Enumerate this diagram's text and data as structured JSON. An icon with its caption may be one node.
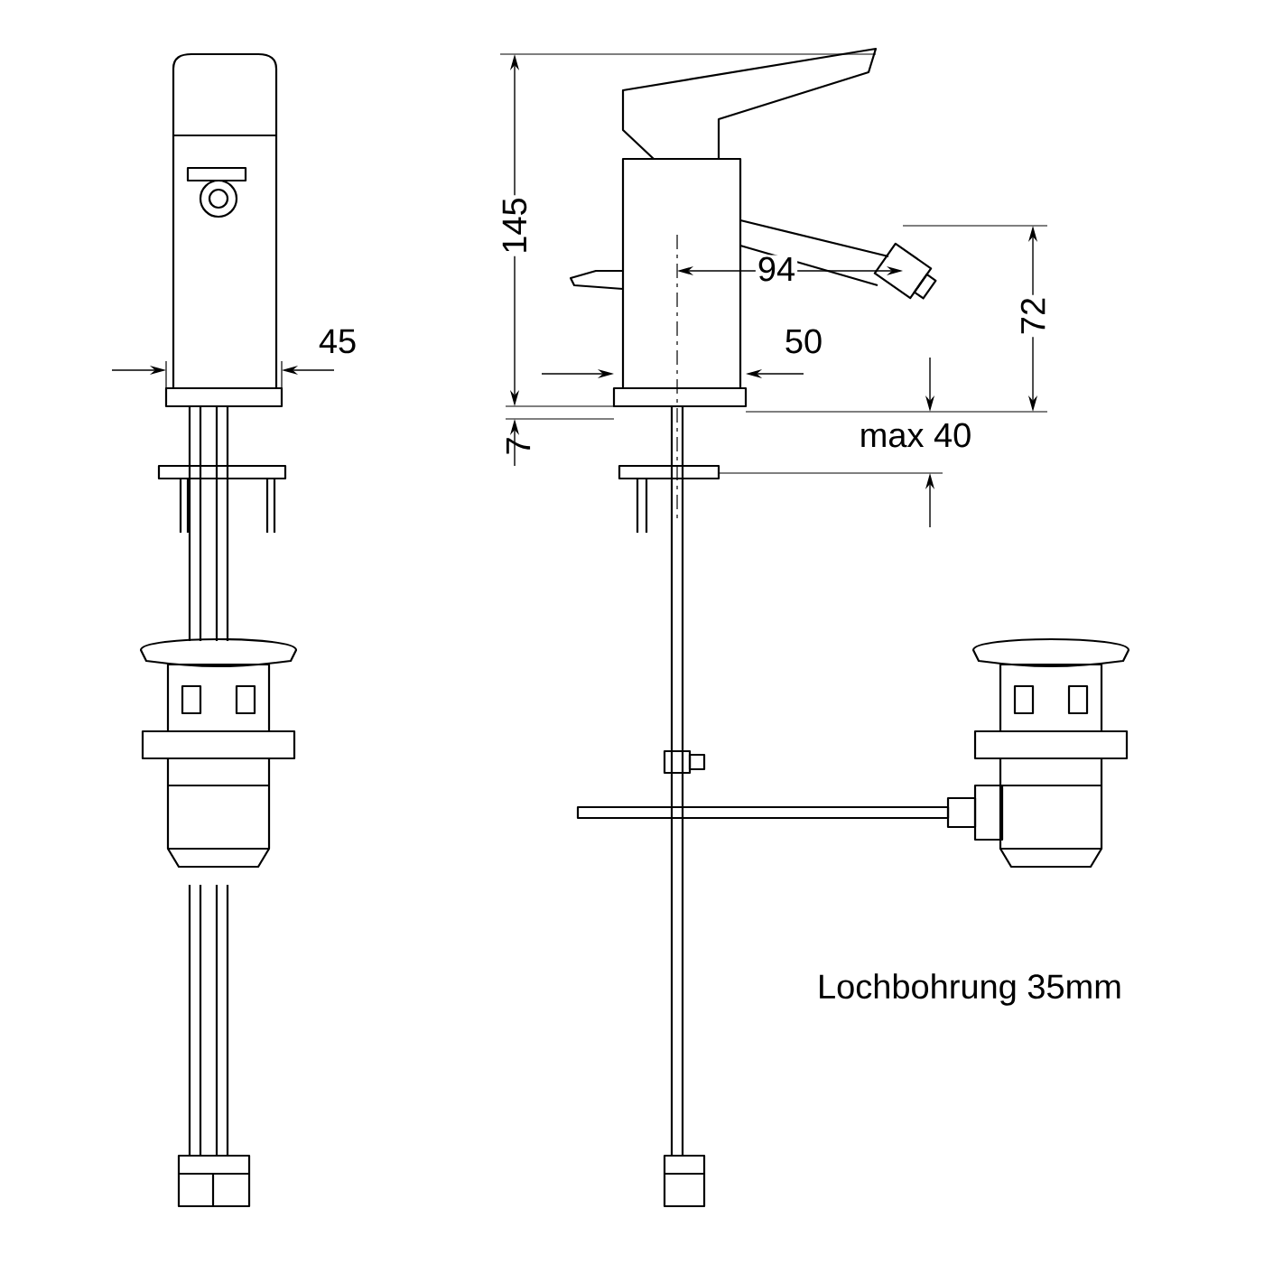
{
  "diagram": {
    "labels": [
      "145",
      "94",
      "72",
      "45",
      "50",
      "7",
      "max 40",
      "Lochbohrung 35mm"
    ]
  }
}
